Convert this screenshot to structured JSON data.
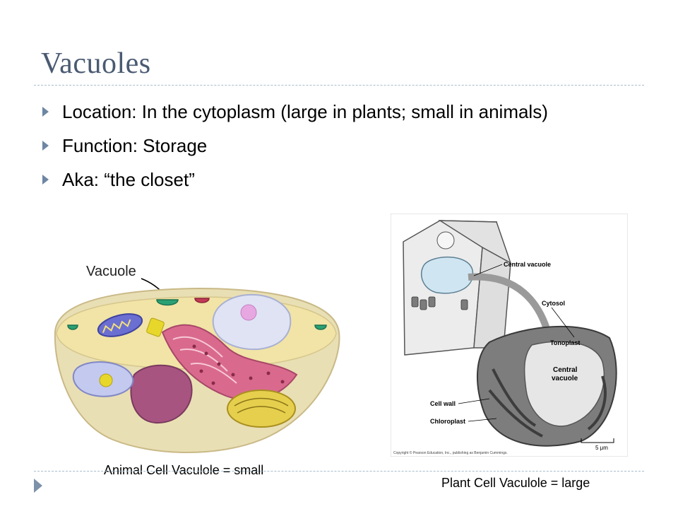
{
  "slide": {
    "title": "Vacuoles",
    "bullets": [
      {
        "text": "Location:  In the cytoplasm (large in plants; small in animals)"
      },
      {
        "text": "Function:  Storage"
      },
      {
        "text": "Aka:  “the closet”"
      }
    ]
  },
  "animal_figure": {
    "label": "Vacuole",
    "caption": "Animal Cell Vaculole = small"
  },
  "plant_figure": {
    "labels": {
      "central_vacuole": "Central vacuole",
      "cytosol": "Cytosol",
      "tonoplast": "Tonoplast",
      "central_vacuole_em_line1": "Central",
      "central_vacuole_em_line2": "vacuole",
      "cell_wall": "Cell wall",
      "chloroplast": "Chloroplast",
      "scale": "5 μm",
      "copyright": "Copyright © Pearson Education, Inc., publishing as Benjamin Cummings."
    },
    "caption": "Plant Cell Vaculole = large"
  },
  "colors": {
    "title": "#4a5a72",
    "bullet_marker": "#6d86a3",
    "rule": "#a9bccb"
  }
}
